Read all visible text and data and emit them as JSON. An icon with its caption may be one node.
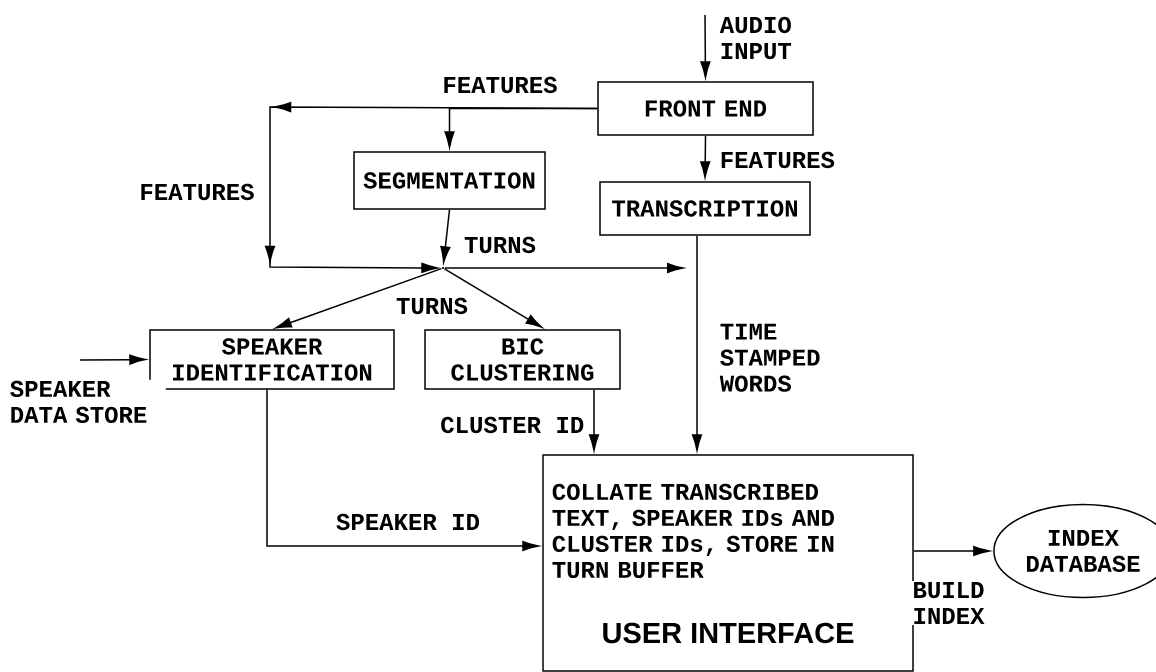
{
  "diagram": {
    "nodes": [
      {
        "text": [
          "FRONT END"
        ]
      },
      {
        "text": [
          "SEGMENTATION"
        ]
      },
      {
        "text": [
          "TRANSCRIPTION"
        ]
      },
      {
        "text": [
          "SPEAKER IDENTIFICATION"
        ]
      },
      {
        "text": [
          "BIC CLUSTERING"
        ]
      },
      {
        "text": [
          "COLLATE TRANSCRIBED TEXT, SPEAKER IDs AND CLUSTER IDs, STORE IN TURN BUFFER",
          "USER INTERFACE"
        ]
      },
      {
        "text": [
          "INDEX DATABASE"
        ]
      },
      {
        "text": [],
        "shape": "point"
      }
    ],
    "edges": [
      {
        "from": null,
        "to": 0,
        "arrow": "to",
        "label": "AUDIO INPUT"
      },
      {
        "from": 0,
        "to": 1,
        "arrow": "to",
        "label": "FEATURES"
      },
      {
        "from": 0,
        "to": 7,
        "arrow": "to",
        "label": "FEATURES"
      },
      {
        "from": 0,
        "to": 2,
        "arrow": "to",
        "label": "FEATURES"
      },
      {
        "from": 1,
        "to": 7,
        "arrow": "to",
        "label": "TURNS"
      },
      {
        "from": 7,
        "to": 3,
        "arrow": "to",
        "label": "TURNS"
      },
      {
        "from": 7,
        "to": 4,
        "arrow": "to"
      },
      {
        "from": 7,
        "to": null,
        "arrow": "to"
      },
      {
        "from": 2,
        "to": 5,
        "arrow": "to",
        "label": "TIME STAMPED WORDS"
      },
      {
        "from": null,
        "to": 3,
        "arrow": "to",
        "label": "SPEAKER DATA STORE"
      },
      {
        "from": 3,
        "to": 5,
        "arrow": "to",
        "label": "SPEAKER ID"
      },
      {
        "from": 4,
        "to": 5,
        "arrow": "to",
        "label": "CLUSTER ID"
      },
      {
        "from": 5,
        "to": 6,
        "arrow": "to",
        "label": "BUILD INDEX"
      }
    ]
  }
}
